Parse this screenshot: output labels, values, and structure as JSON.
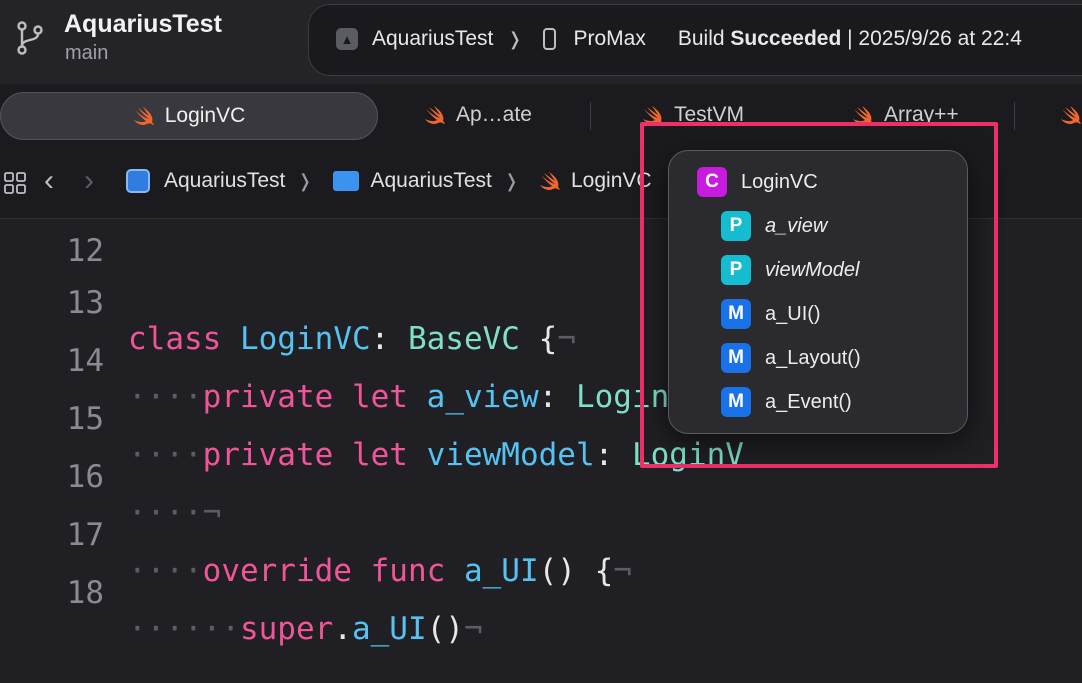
{
  "titlebar": {
    "project_name": "AquariusTest",
    "branch": "main",
    "scheme": "AquariusTest",
    "device": "ProMax",
    "build_prefix": "Build ",
    "build_status": "Succeeded",
    "build_suffix": " | 2025/9/26 at 22:4"
  },
  "tabs": [
    {
      "label": "LoginVC",
      "active": true
    },
    {
      "label": "Ap…ate"
    },
    {
      "label": "TestVM"
    },
    {
      "label": "Array++"
    }
  ],
  "pathbar": {
    "crumbs": [
      "AquariusTest",
      "AquariusTest",
      "LoginVC"
    ]
  },
  "editor": {
    "lines": [
      {
        "num": "12"
      },
      {
        "num": "13"
      },
      {
        "num": "14"
      },
      {
        "num": "15"
      },
      {
        "num": "16"
      },
      {
        "num": "17"
      },
      {
        "num": "18"
      }
    ],
    "tokens": {
      "class": "class",
      "loginvc": "LoginVC",
      "colon": ": ",
      "basevc": "BaseVC",
      "brace_open": " {",
      "private": "private",
      "let": "let",
      "a_view": "a_view",
      "loginview": "LoginView",
      "viewmodel": "viewModel",
      "loginv_trunc": "LoginV",
      "override": "override",
      "func": "func",
      "a_ui": "a_UI",
      "parens": "()",
      "super": "super",
      "dot": ".",
      "pilcrow": "¬",
      "dots4": "····",
      "dots6": "······"
    }
  },
  "popup": {
    "items": [
      {
        "badge": "C",
        "label": "LoginVC"
      },
      {
        "badge": "P",
        "label": "a_view"
      },
      {
        "badge": "P",
        "label": "viewModel"
      },
      {
        "badge": "M",
        "label": "a_UI()"
      },
      {
        "badge": "M",
        "label": "a_Layout()"
      },
      {
        "badge": "M",
        "label": "a_Event()"
      }
    ]
  },
  "colors": {
    "keyword": "#f0559a",
    "type": "#7fe0c8",
    "identifier": "#55c2f0",
    "highlight_border": "#ee3068",
    "class_badge": "#c81be0",
    "property_badge": "#16bcd0",
    "method_badge": "#1a72e8"
  }
}
